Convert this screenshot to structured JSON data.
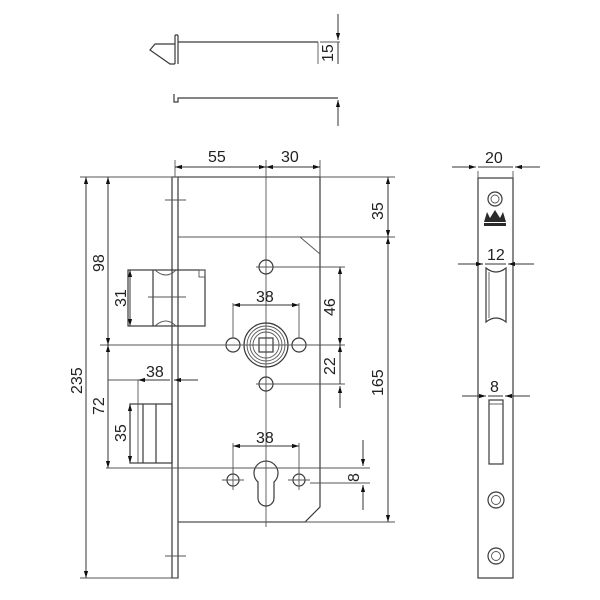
{
  "drawing": {
    "subject": "Mortise lock dimension drawing",
    "top_view": {
      "thickness_label": "15"
    },
    "front_view": {
      "backset_label": "55",
      "body_to_edge_label": "30",
      "top_to_cam_label": "35",
      "cam_to_bottom_label": "165",
      "screw_to_spindle_label": "46",
      "spindle_to_screw_label": "22",
      "cylinder_offset_label": "8",
      "follower_hole_spacing_label": "38",
      "cylinder_hole_spacing_label": "38",
      "overall_height_label": "235",
      "top_to_spindle_label": "98",
      "spindle_to_bolt_label": "72",
      "latch_height_label": "31",
      "deadbolt_height_label": "35",
      "deadbolt_projection_label": "38"
    },
    "side_view": {
      "faceplate_width_label": "20",
      "latch_width_label": "12",
      "deadbolt_width_label": "8",
      "logo_icon": "crown-icon"
    }
  },
  "colors": {
    "line": "#3a3a3a",
    "background": "#ffffff"
  }
}
